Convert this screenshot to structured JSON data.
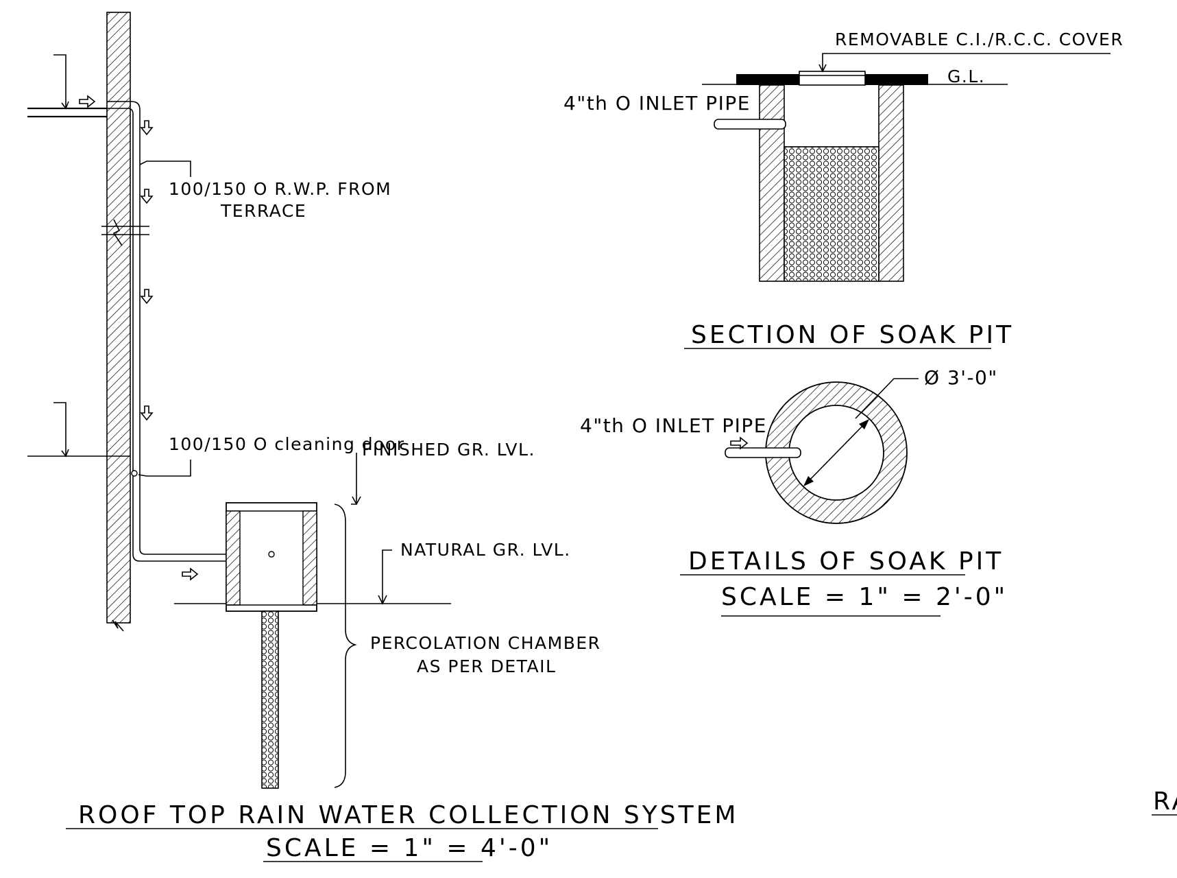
{
  "roof_system": {
    "label_rwp_line1": "100/150 O R.W.P. FROM",
    "label_rwp_line2": "TERRACE",
    "label_cleaning": "100/150 O cleaning door",
    "label_finished": "FINISHED GR. LVL.",
    "label_natural": "NATURAL GR. LVL.",
    "label_perc_line1": "PERCOLATION CHAMBER",
    "label_perc_line2": "AS PER DETAIL",
    "title": "ROOF TOP RAIN WATER COLLECTION SYSTEM",
    "scale": "SCALE = 1\" = 4'-0\""
  },
  "soak_pit_section": {
    "label_cover": "REMOVABLE C.I./R.C.C. COVER",
    "label_gl": "G.L.",
    "label_inlet": "4\"th O INLET PIPE",
    "title": "SECTION OF SOAK PIT"
  },
  "soak_pit_details": {
    "label_diameter": "Ø 3'-0\"",
    "label_inlet": "4\"th O INLET PIPE",
    "title": "DETAILS OF SOAK PIT",
    "scale": "SCALE = 1\" = 2'-0\""
  },
  "sheet": {
    "edge_title_fragment": "RA"
  }
}
